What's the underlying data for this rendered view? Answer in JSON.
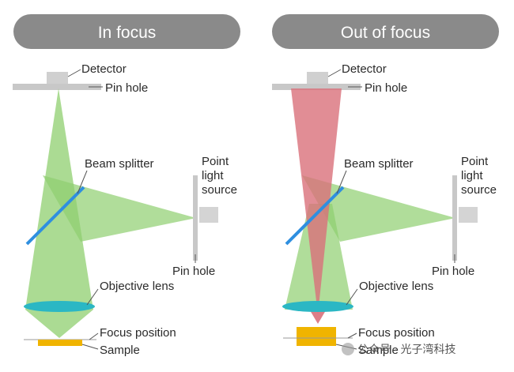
{
  "panels": [
    {
      "title": "In focus",
      "labels": {
        "detector": "Detector",
        "pinhole_top": "Pin hole",
        "beam_splitter": "Beam splitter",
        "point_light_source": [
          "Point",
          "light",
          "source"
        ],
        "pinhole_bottom": "Pin hole",
        "objective_lens": "Objective lens",
        "focus_position": "Focus position",
        "sample": "Sample"
      }
    },
    {
      "title": "Out of focus",
      "labels": {
        "detector": "Detector",
        "pinhole_top": "Pin hole",
        "beam_splitter": "Beam splitter",
        "point_light_source": [
          "Point",
          "light",
          "source"
        ],
        "pinhole_bottom": "Pin hole",
        "objective_lens": "Objective lens",
        "focus_position": "Focus position",
        "sample": "Sample"
      }
    }
  ],
  "watermark": "公众号 · 光子湾科技",
  "colors": {
    "pill": "#8a8a8a",
    "green_beam": "#8fcf6f",
    "red_beam": "#d9707a",
    "lens": "#2bb7c4",
    "splitter": "#2f8fe0",
    "sample": "#f0b400",
    "hardware": "#c8c8c8"
  }
}
